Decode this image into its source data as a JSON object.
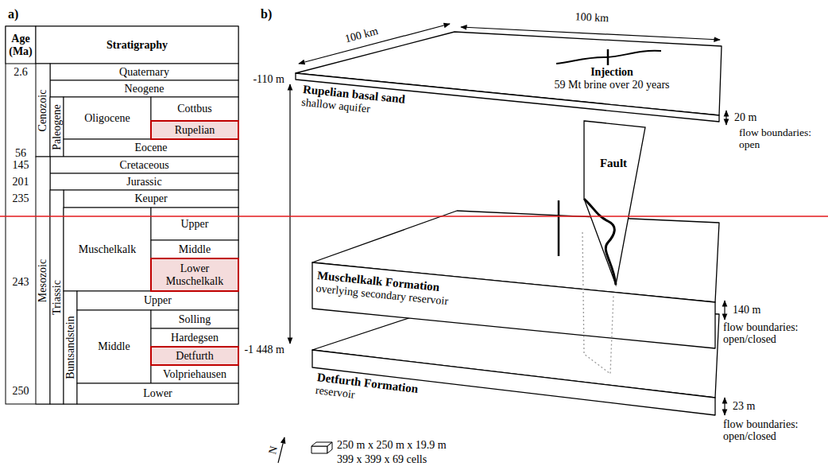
{
  "diagram": {
    "nodes": [
      {
        "text": [
          "Rupelian basal sand",
          "shallow aquifer"
        ]
      },
      {
        "text": [
          "Muschelkalk Formation",
          "overlying secondary reservoir"
        ]
      },
      {
        "text": [
          "Detfurth Formation",
          "reservoir"
        ]
      }
    ],
    "labels": [
      "a)",
      "Age (Ma)",
      "Stratigraphy",
      "2.6",
      "Quaternary",
      "Neogene",
      "Cenozoic",
      "Paleogene",
      "Oligocene",
      "Cottbus",
      "Rupelian",
      "Eocene",
      "56",
      "145",
      "Cretaceous",
      "201",
      "Jurassic",
      "235",
      "Keuper",
      "Mesozoic",
      "Triassic",
      "Muschelkalk",
      "Upper",
      "Middle",
      "Lower Muschelkalk",
      "243",
      "Buntsandstein",
      "Upper",
      "Middle",
      "Solling",
      "Hardegsen",
      "Detfurth",
      "Volpriehausen",
      "Lower",
      "250",
      "b)",
      "100 km",
      "100 km",
      "-110 m",
      "Injection",
      "59 Mt brine over 20 years",
      "Fault",
      "20 m",
      "flow boundaries: open",
      "140 m",
      "flow boundaries: open/closed",
      "-1 448 m",
      "23 m",
      "flow boundaries: open/closed",
      "250 m x 250 m x 19.9 m",
      "399 x 399 x 69 cells",
      "N"
    ]
  }
}
